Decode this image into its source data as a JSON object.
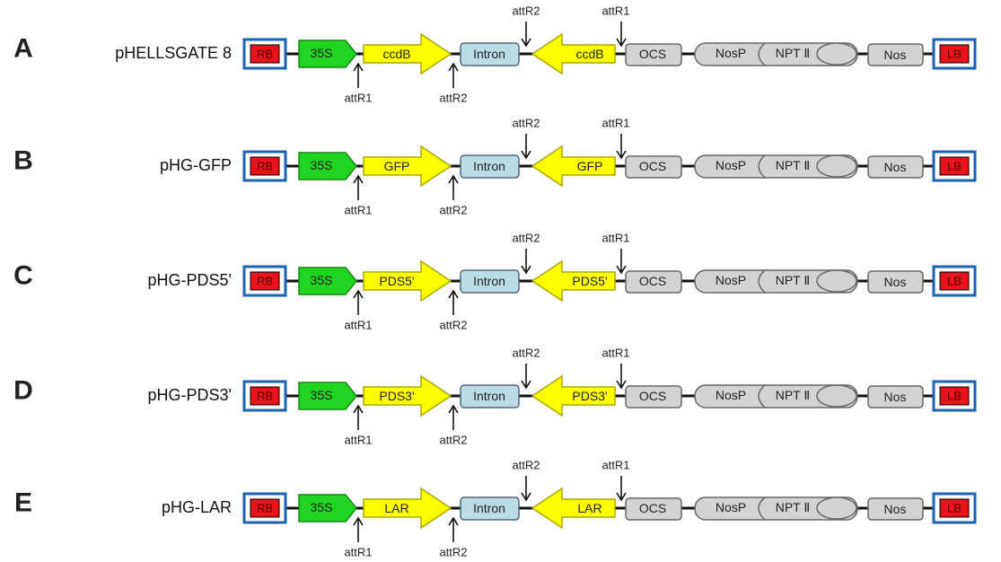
{
  "panels": [
    {
      "letter": "A",
      "name": "pHELLSGATE 8",
      "parts": {
        "rb": "RB",
        "promoter": "35S",
        "sense": "ccdB",
        "intron": "Intron",
        "antisense": "ccdB",
        "ocs": "OCS",
        "nosp": "NosP",
        "nptii": "NPT Ⅱ",
        "nos": "Nos",
        "lb": "LB"
      },
      "sites": {
        "below_left": "attR1",
        "below_right": "attR2",
        "above_left": "attR2",
        "above_right": "attR1"
      }
    },
    {
      "letter": "B",
      "name": "pHG-GFP",
      "parts": {
        "rb": "RB",
        "promoter": "35S",
        "sense": "GFP",
        "intron": "Intron",
        "antisense": "GFP",
        "ocs": "OCS",
        "nosp": "NosP",
        "nptii": "NPT Ⅱ",
        "nos": "Nos",
        "lb": "LB"
      },
      "sites": {
        "below_left": "attR1",
        "below_right": "attR2",
        "above_left": "attR2",
        "above_right": "attR1"
      }
    },
    {
      "letter": "C",
      "name": "pHG-PDS5'",
      "parts": {
        "rb": "RB",
        "promoter": "35S",
        "sense": "PDS5'",
        "intron": "Intron",
        "antisense": "PDS5'",
        "ocs": "OCS",
        "nosp": "NosP",
        "nptii": "NPT Ⅱ",
        "nos": "Nos",
        "lb": "LB"
      },
      "sites": {
        "below_left": "attR1",
        "below_right": "attR2",
        "above_left": "attR2",
        "above_right": "attR1"
      }
    },
    {
      "letter": "D",
      "name": "pHG-PDS3'",
      "parts": {
        "rb": "RB",
        "promoter": "35S",
        "sense": "PDS3'",
        "intron": "Intron",
        "antisense": "PDS3'",
        "ocs": "OCS",
        "nosp": "NosP",
        "nptii": "NPT Ⅱ",
        "nos": "Nos",
        "lb": "LB"
      },
      "sites": {
        "below_left": "attR1",
        "below_right": "attR2",
        "above_left": "attR2",
        "above_right": "attR1"
      }
    },
    {
      "letter": "E",
      "name": "pHG-LAR",
      "parts": {
        "rb": "RB",
        "promoter": "35S",
        "sense": "LAR",
        "intron": "Intron",
        "antisense": "LAR",
        "ocs": "OCS",
        "nosp": "NosP",
        "nptii": "NPT Ⅱ",
        "nos": "Nos",
        "lb": "LB"
      },
      "sites": {
        "below_left": "attR1",
        "below_right": "attR2",
        "above_left": "attR2",
        "above_right": "attR1"
      }
    }
  ],
  "colors": {
    "border_fill": "#e8141c",
    "border_outline": "#1b62b4",
    "promoter_fill": "#22d422",
    "promoter_outline": "#128a12",
    "insert_fill": "#ffff00",
    "insert_outline": "#a8a800",
    "intron_fill": "#b8dde2",
    "intron_outline": "#556677",
    "element_fill": "#d3d3d3",
    "element_outline": "#666666",
    "backbone": "#111111"
  }
}
